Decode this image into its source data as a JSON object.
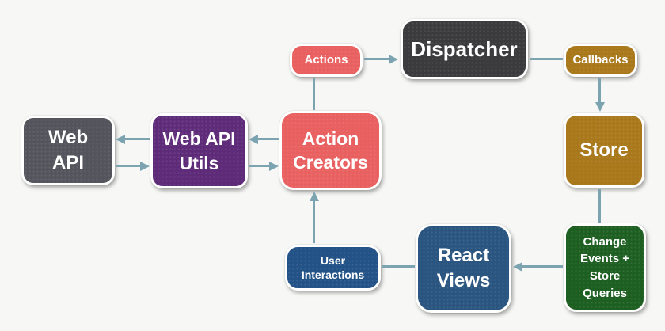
{
  "colors": {
    "bg": "#f7f7f5",
    "arrow": "#7ba3b0"
  },
  "nodes": {
    "web_api": {
      "label": "Web API",
      "color": "#54545c"
    },
    "web_api_utils": {
      "label": "Web API Utils",
      "color": "#5e2b79"
    },
    "action_creators": {
      "label": "Action Creators",
      "color": "#e96060"
    },
    "actions": {
      "label": "Actions",
      "color": "#e96060"
    },
    "dispatcher": {
      "label": "Dispatcher",
      "color": "#3b3a3c"
    },
    "callbacks": {
      "label": "Callbacks",
      "color": "#a9781a"
    },
    "store": {
      "label": "Store",
      "color": "#a9781a"
    },
    "change_events": {
      "label": "Change Events + Store Queries",
      "color": "#1d5e21"
    },
    "react_views": {
      "label": "React Views",
      "color": "#2a5580"
    },
    "user_interactions": {
      "label": "User Interactions",
      "color": "#235287"
    }
  },
  "edges": [
    {
      "from": "actions",
      "to": "dispatcher",
      "arrow": true
    },
    {
      "from": "dispatcher",
      "to": "callbacks",
      "arrow": false
    },
    {
      "from": "callbacks",
      "to": "store",
      "arrow": true
    },
    {
      "from": "store",
      "to": "change_events",
      "arrow": false
    },
    {
      "from": "change_events",
      "to": "react_views",
      "arrow": true
    },
    {
      "from": "react_views",
      "to": "user_interactions",
      "arrow": false
    },
    {
      "from": "user_interactions",
      "to": "action_creators",
      "arrow": true
    },
    {
      "from": "action_creators",
      "to": "actions",
      "arrow": false
    },
    {
      "from": "action_creators",
      "to": "web_api_utils",
      "arrow": true
    },
    {
      "from": "web_api_utils",
      "to": "action_creators",
      "arrow": true
    },
    {
      "from": "web_api_utils",
      "to": "web_api",
      "arrow": true
    },
    {
      "from": "web_api",
      "to": "web_api_utils",
      "arrow": true
    }
  ]
}
